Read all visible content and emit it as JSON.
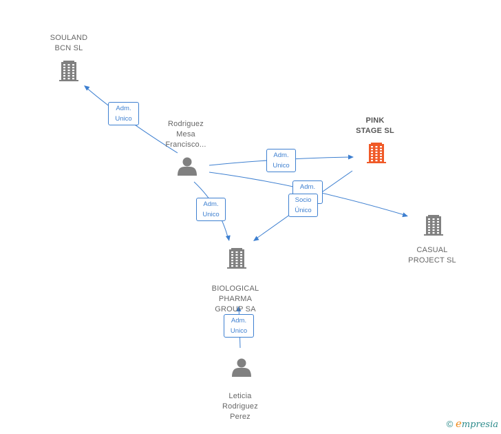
{
  "nodes": [
    {
      "id": "souland",
      "label": "SOULAND\nBCN  SL",
      "kind": "company",
      "color": "#808080"
    },
    {
      "id": "rodriguez_mesa",
      "label": "Rodriguez\nMesa\nFrancisco...",
      "kind": "person",
      "color": "#808080"
    },
    {
      "id": "pink_stage",
      "label": "PINK\nSTAGE  SL",
      "kind": "company",
      "color": "#f05a28",
      "main": true
    },
    {
      "id": "casual_project",
      "label": "CASUAL\nPROJECT  SL",
      "kind": "company",
      "color": "#808080"
    },
    {
      "id": "biological_pharma",
      "label": "BIOLOGICAL\nPHARMA\nGROUP SA",
      "kind": "company",
      "color": "#808080"
    },
    {
      "id": "leticia",
      "label": "Leticia\nRodriguez\nPerez",
      "kind": "person",
      "color": "#808080"
    }
  ],
  "edges": [
    {
      "id": "e1",
      "from": "rodriguez_mesa",
      "to": "souland",
      "label": "Adm.\nUnico"
    },
    {
      "id": "e2",
      "from": "rodriguez_mesa",
      "to": "pink_stage",
      "label": "Adm.\nUnico"
    },
    {
      "id": "e3",
      "from": "rodriguez_mesa",
      "to": "casual_project",
      "label": "Adm.\nUnico"
    },
    {
      "id": "e4",
      "from": "rodriguez_mesa",
      "to": "biological_pharma",
      "label": "Adm.\nUnico"
    },
    {
      "id": "e5",
      "from": "pink_stage",
      "to": "biological_pharma",
      "label": "Socio\nÚnico"
    },
    {
      "id": "e6",
      "from": "leticia",
      "to": "biological_pharma",
      "label": "Adm.\nUnico"
    }
  ],
  "footer": {
    "copyright": "©",
    "brand_initial": "e",
    "brand_rest": "mpresia"
  },
  "colors": {
    "edge": "#3d7fd0",
    "company": "#808080",
    "highlight": "#f05a28"
  },
  "icons": {
    "company": "building-icon",
    "person": "person-icon"
  }
}
